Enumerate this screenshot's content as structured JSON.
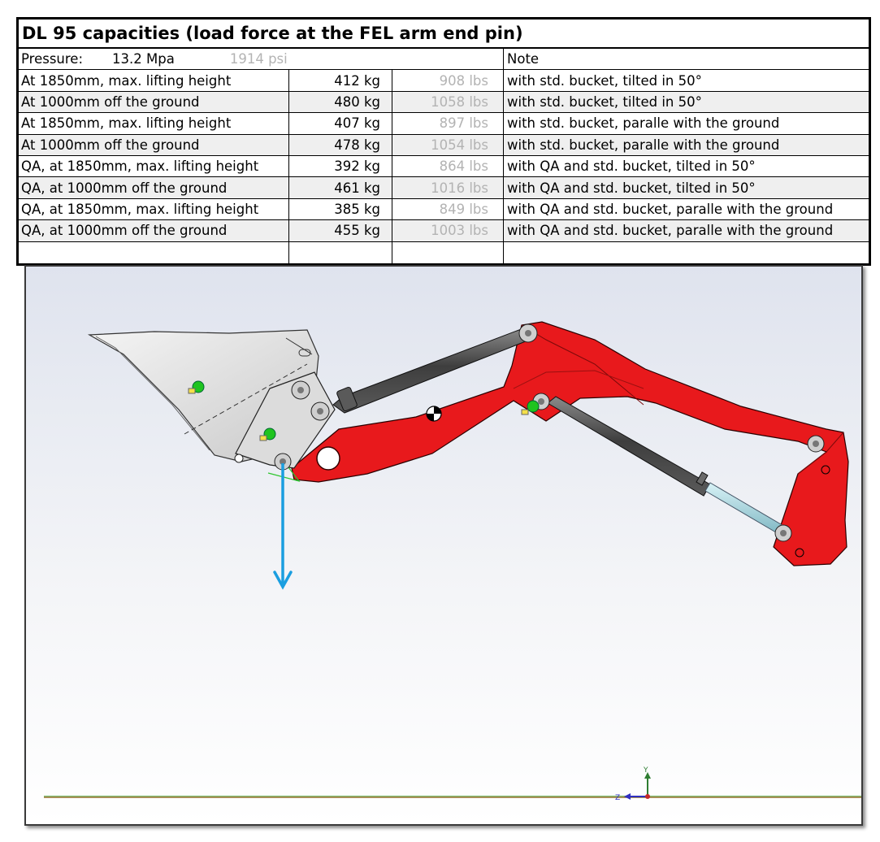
{
  "table": {
    "title": "DL 95 capacities (load force at the FEL arm end pin)",
    "pressure": {
      "label": "Pressure:",
      "value": "13.2 Mpa",
      "psi": "1914 psi",
      "note_header": "Note"
    },
    "rows": [
      {
        "condition": "At 1850mm, max. lifting height",
        "kg": "412 kg",
        "lbs": "908 lbs",
        "note": "with std. bucket, tilted in 50°"
      },
      {
        "condition": "At 1000mm off the ground",
        "kg": "480 kg",
        "lbs": "1058 lbs",
        "note": "with std. bucket, tilted in 50°"
      },
      {
        "condition": "At 1850mm, max. lifting height",
        "kg": "407 kg",
        "lbs": "897 lbs",
        "note": "with std. bucket, paralle with the ground"
      },
      {
        "condition": "At 1000mm off the ground",
        "kg": "478 kg",
        "lbs": "1054 lbs",
        "note": "with std. bucket, paralle with the ground"
      },
      {
        "condition": "QA, at 1850mm, max. lifting height",
        "kg": "392 kg",
        "lbs": "864 lbs",
        "note": "with QA and std. bucket, tilted in 50°"
      },
      {
        "condition": "QA, at 1000mm off the ground",
        "kg": "461 kg",
        "lbs": "1016 lbs",
        "note": "with QA and std. bucket, tilted in 50°"
      },
      {
        "condition": "QA, at 1850mm, max. lifting height",
        "kg": "385 kg",
        "lbs": "849 lbs",
        "note": "with QA and std. bucket, paralle with the ground"
      },
      {
        "condition": "QA, at 1000mm off the ground",
        "kg": "455 kg",
        "lbs": "1003 lbs",
        "note": "with QA and std. bucket, paralle with the ground"
      }
    ]
  },
  "viewport": {
    "axis_labels": {
      "y": "Y",
      "z": "Z"
    },
    "colors": {
      "arm": "#e8191c",
      "cylinder": "#4a4a4a",
      "bucket": "#e3e3e3",
      "force_arrow": "#1a9ee0",
      "ground_line": "#8a6a1e"
    }
  }
}
